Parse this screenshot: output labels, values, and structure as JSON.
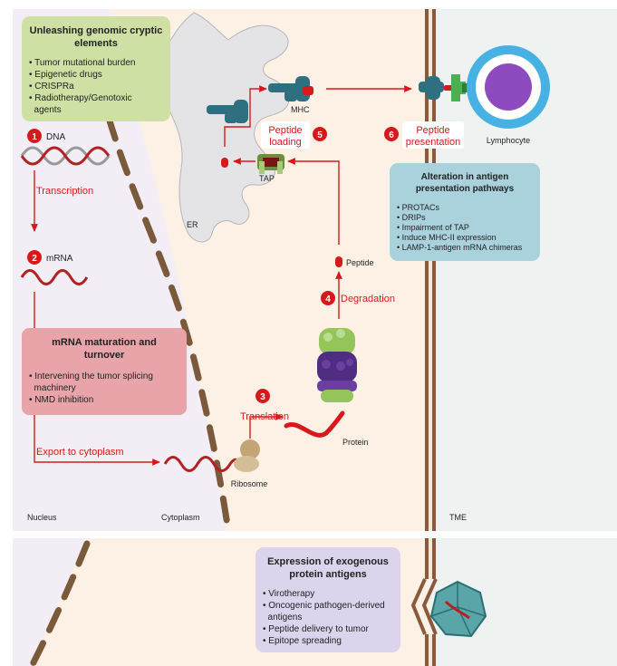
{
  "colors": {
    "nucleus_bg": "#f3eef6",
    "cytoplasm_bg": "#fdf1e6",
    "tme_bg": "#eef3f2",
    "membrane": "#8b5a3c",
    "nuclear_envelope": "#7a5a3a",
    "red_accent": "#d7191c",
    "green_box": "#cfe0a4",
    "pink_box": "#e8a4a8",
    "blue_box": "#a9d2dc",
    "lavender_box": "#dcd3ec",
    "er_gray": "#e4e4e6",
    "mhc_teal": "#2e6f80",
    "lymphocyte_blue": "#48b1e3",
    "lymphocyte_purple": "#8e4bbf",
    "proteasome_green": "#94c45a",
    "proteasome_purple": "#4f2d82"
  },
  "boxes": {
    "genomic": {
      "title_line1": "Unleashing genomic cryptic",
      "title_line2": "elements",
      "items": [
        "• Tumor mutational burden",
        "• Epigenetic drugs",
        "• CRISPRa",
        "• Radiotherapy/Genotoxic",
        "  agents"
      ]
    },
    "mrna": {
      "title_line1": "mRNA maturation and",
      "title_line2": "turnover",
      "items": [
        "• Intervening the tumor splicing",
        "  machinery",
        "• NMD inhibition"
      ]
    },
    "antigen": {
      "title_line1": "Alteration in antigen",
      "title_line2": "presentation pathways",
      "items": [
        "• PROTACs",
        "• DRIPs",
        "• Impairment of TAP",
        "• Induce MHC-II expression",
        "• LAMP-1-antigen mRNA chimeras"
      ]
    },
    "exogenous": {
      "title_line1": "Expression of exogenous",
      "title_line2": "protein antigens",
      "items": [
        "• Virotherapy",
        "• Oncogenic pathogen-derived",
        "  antigens",
        "• Peptide delivery to tumor",
        "• Epitope spreading"
      ]
    }
  },
  "steps": [
    {
      "num": "1",
      "label": "DNA"
    },
    {
      "num": "2",
      "label": "mRNA"
    },
    {
      "num": "3",
      "label": "Translation"
    },
    {
      "num": "4",
      "label": "Degradation"
    },
    {
      "num": "5",
      "label_line1": "Peptide",
      "label_line2": "loading"
    },
    {
      "num": "6",
      "label_line1": "Peptide",
      "label_line2": "presentation"
    }
  ],
  "labels": {
    "transcription": "Transcription",
    "export": "Export to cytoplasm",
    "ribosome": "Ribosome",
    "protein": "Protein",
    "peptide": "Peptide",
    "tap": "TAP",
    "er": "ER",
    "mhc": "MHC",
    "lymphocyte": "Lymphocyte",
    "nucleus": "Nucleus",
    "cytoplasm": "Cytoplasm",
    "tme": "TME"
  }
}
